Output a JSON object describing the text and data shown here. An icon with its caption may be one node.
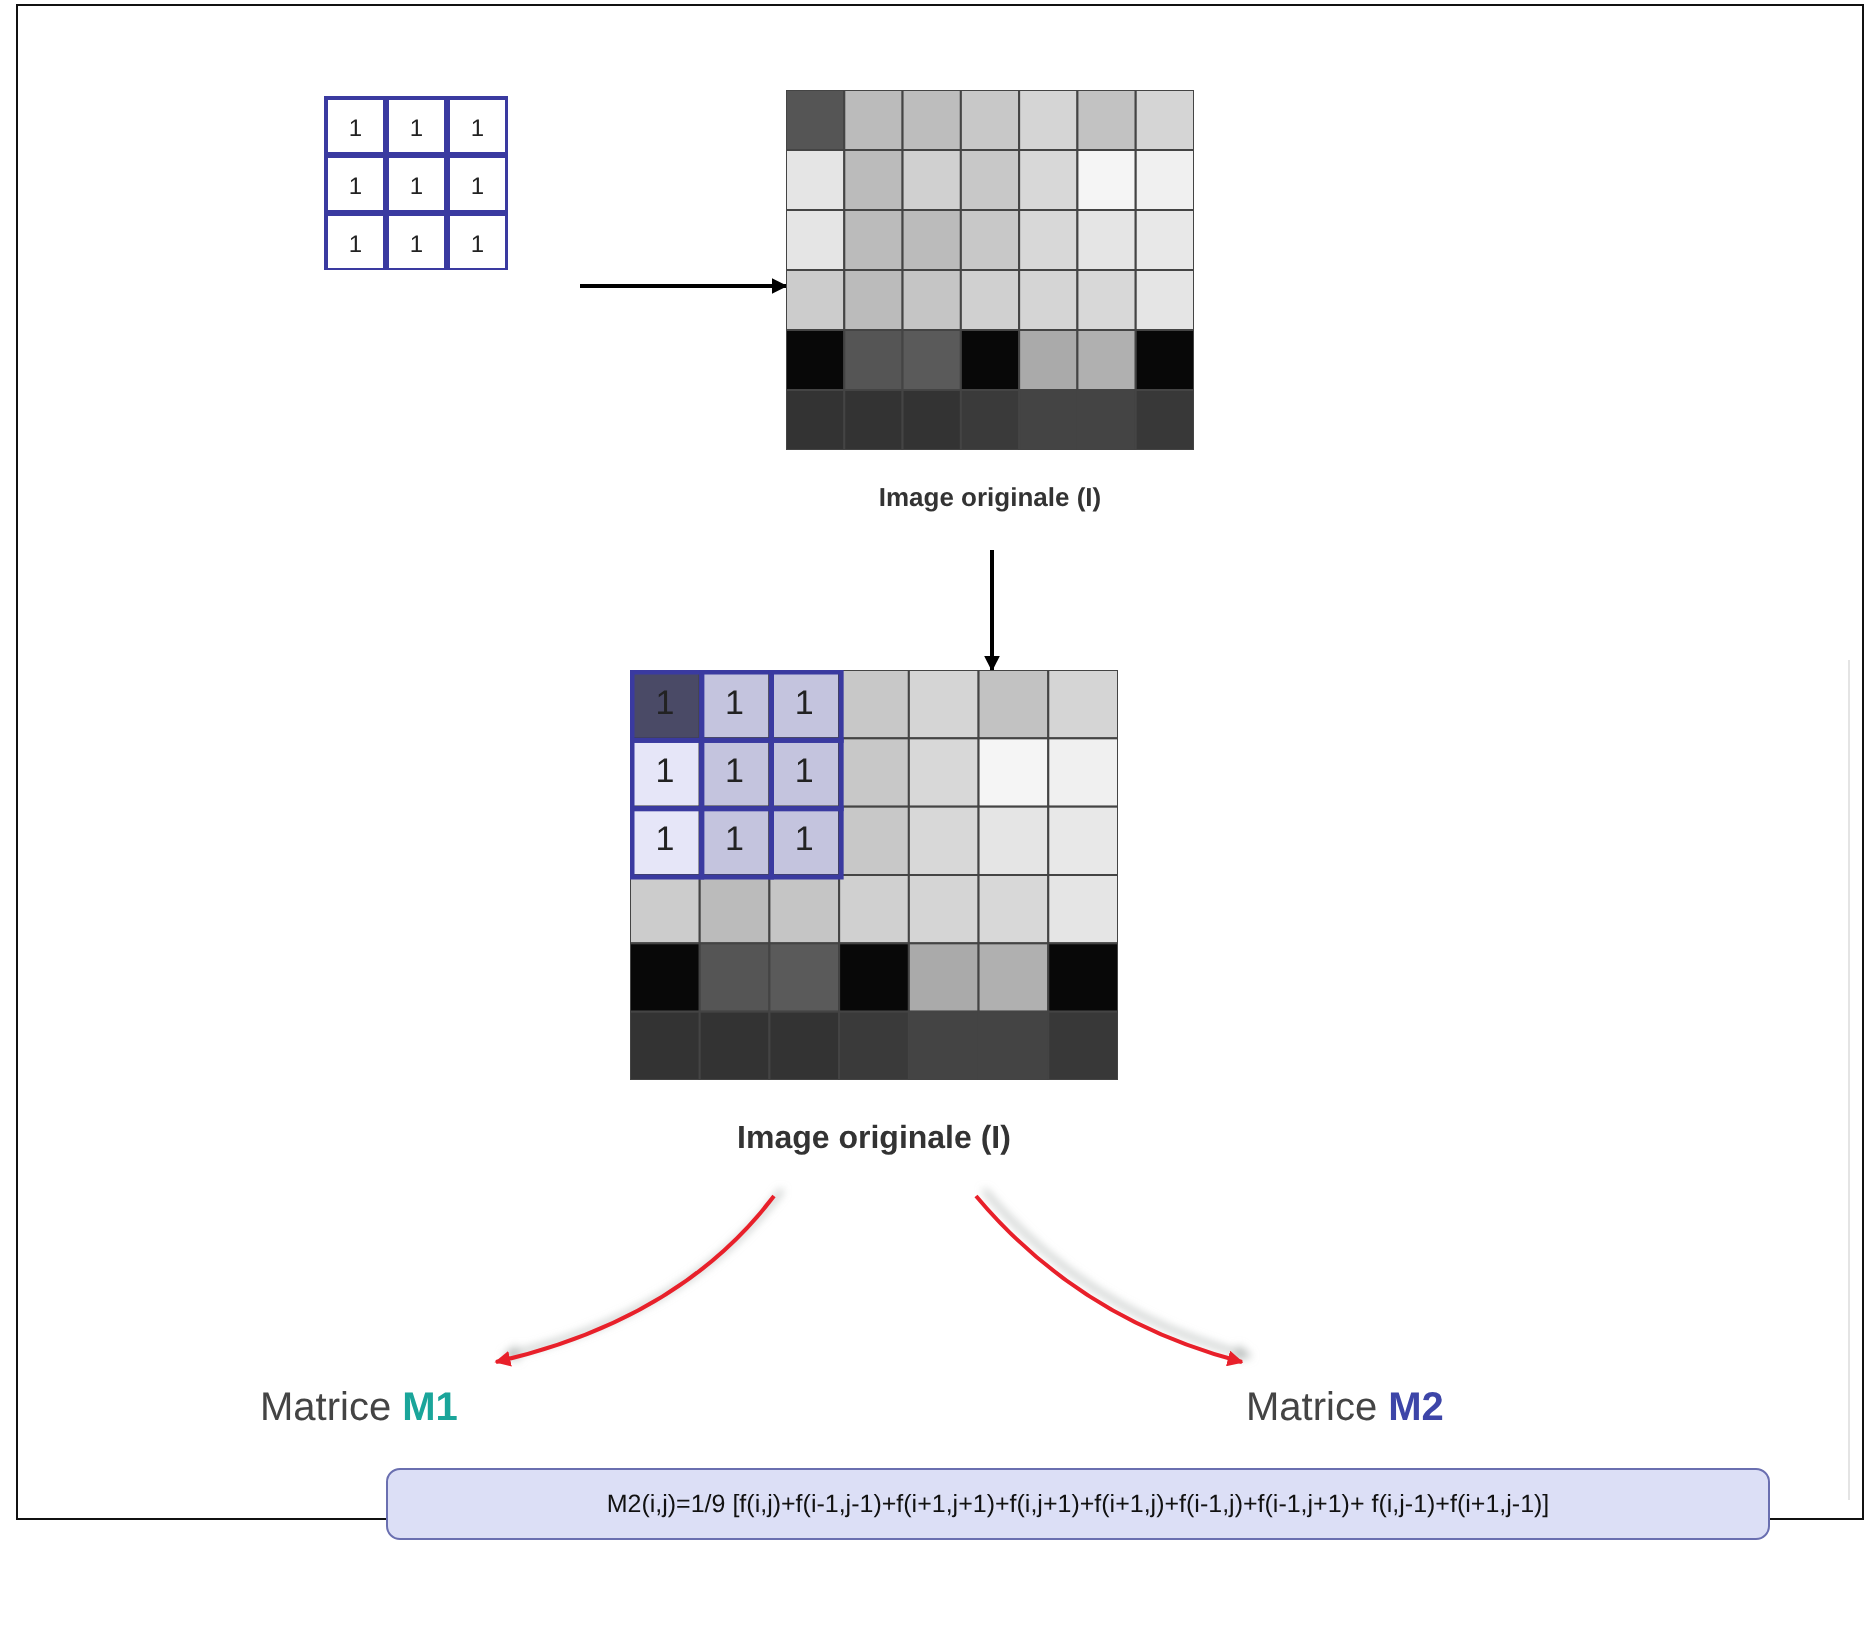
{
  "diagram": {
    "nodes": [
      {
        "text": [
          "1",
          "1",
          "1",
          "1",
          "1",
          "1",
          "1",
          "1",
          "1"
        ]
      },
      {
        "text": [
          "Image originale (I)"
        ]
      },
      {
        "text": [
          "1",
          "1",
          "1",
          "1",
          "1",
          "1",
          "1",
          "1",
          "1",
          "Image originale (I)"
        ]
      },
      {
        "text": [
          "Matrice **M1**"
        ]
      },
      {
        "text": [
          "Matrice **M2**"
        ]
      },
      {
        "text": [
          "M2(i,j)=1/9 [f(i,j)+f(i-1,j-1)+f(i+1,j+1)+f(i,j+1)+f(i+1,j)+f(i-1,j)+f(i-1,j+1)+ f(i,j-1)+f(i+1,j-1)]"
        ]
      }
    ],
    "edges": [
      {
        "from": null,
        "to": 1,
        "arrow": "to"
      },
      {
        "from": 1,
        "to": 2,
        "arrow": "to"
      },
      {
        "from": 2,
        "to": 3,
        "arrow": "to",
        "color": "#e8202a"
      },
      {
        "from": 2,
        "to": 4,
        "arrow": "to",
        "color": "#e8202a"
      }
    ]
  }
}
